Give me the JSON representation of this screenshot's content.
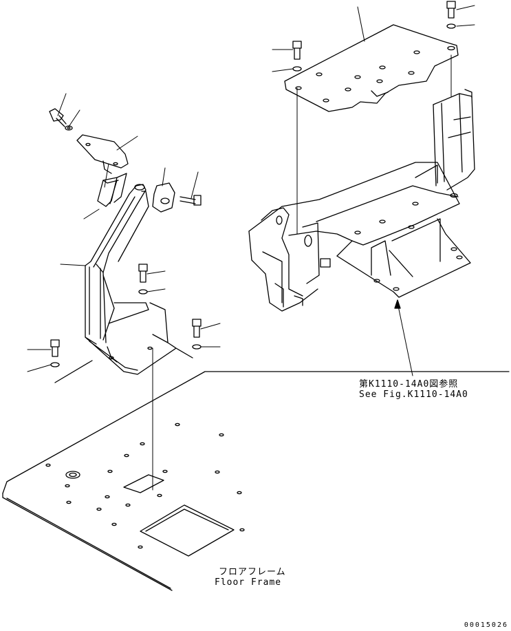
{
  "labels": {
    "reference_jp": "第K1110-14A0図参照",
    "reference_en": "See Fig.K1110-14A0",
    "floor_jp": "フロアフレーム",
    "floor_en": "Floor Frame",
    "drawing_code": "00015026"
  },
  "parts": {
    "bolt_icon": "hex-bolt-icon",
    "washer_icon": "washer-icon",
    "floor_frame": "floor-frame-plate",
    "pedal_bracket": "pedal-bracket",
    "console_frame": "console-frame"
  },
  "colors": {
    "line": "#000000",
    "background": "#ffffff"
  }
}
